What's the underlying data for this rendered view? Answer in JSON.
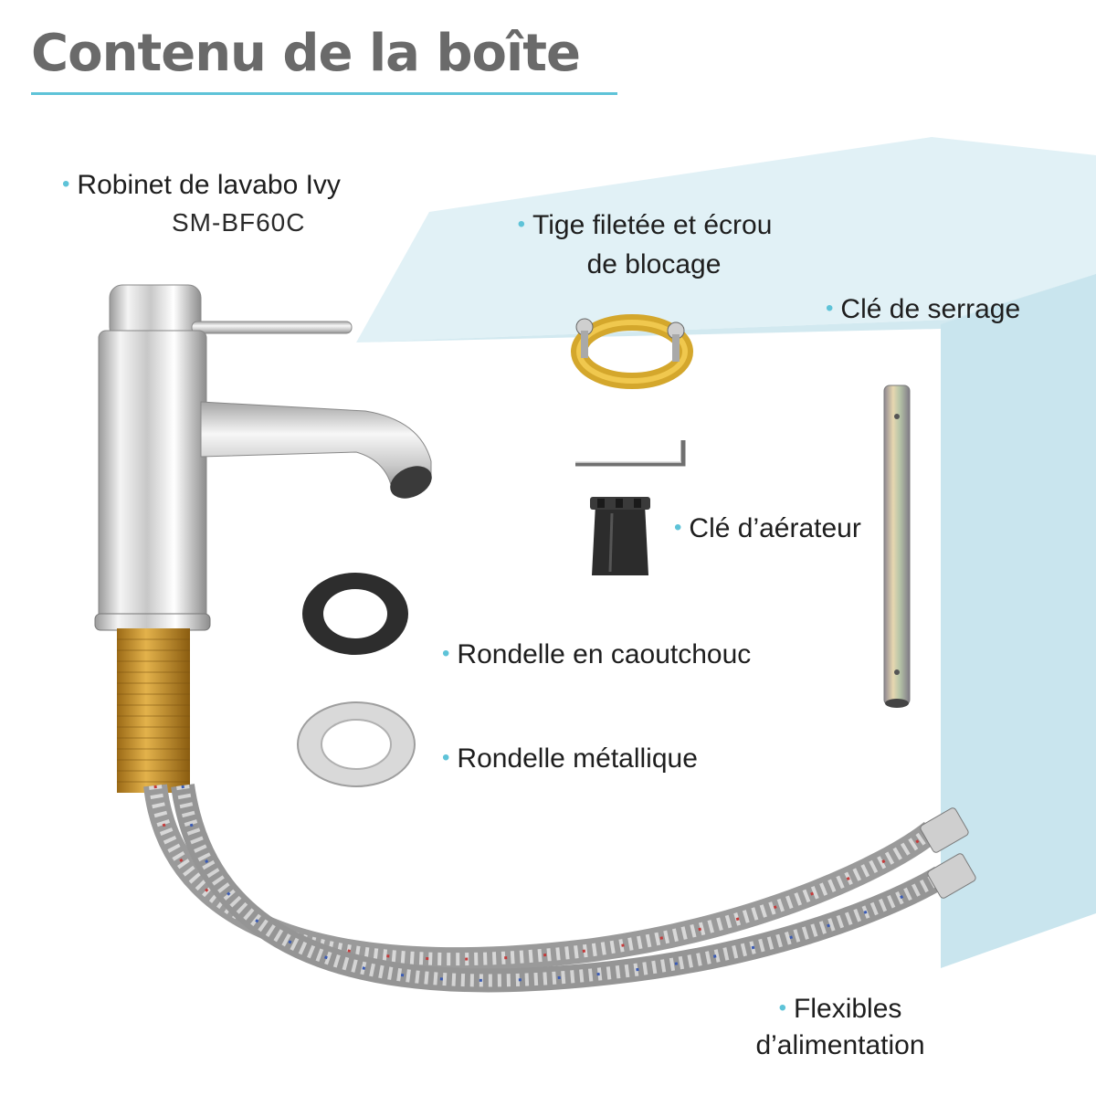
{
  "page": {
    "title": "Contenu de la boîte"
  },
  "labels": {
    "faucet": "Robinet de lavabo Ivy",
    "model": "SM-BF60C",
    "threaded_rod_line1": "Tige filetée et écrou",
    "threaded_rod_line2": "de blocage",
    "wrench": "Clé de serrage",
    "aerator_key": "Clé d’aérateur",
    "rubber_washer": "Rondelle en caoutchouc",
    "metal_washer": "Rondelle métallique",
    "hoses_line1": "Flexibles",
    "hoses_line2": "d’alimentation"
  },
  "colors": {
    "accent": "#5ec3d8",
    "title": "#6a6a6a",
    "box_panel": "#d6ecf2"
  },
  "icons": {
    "bullet": "•"
  }
}
